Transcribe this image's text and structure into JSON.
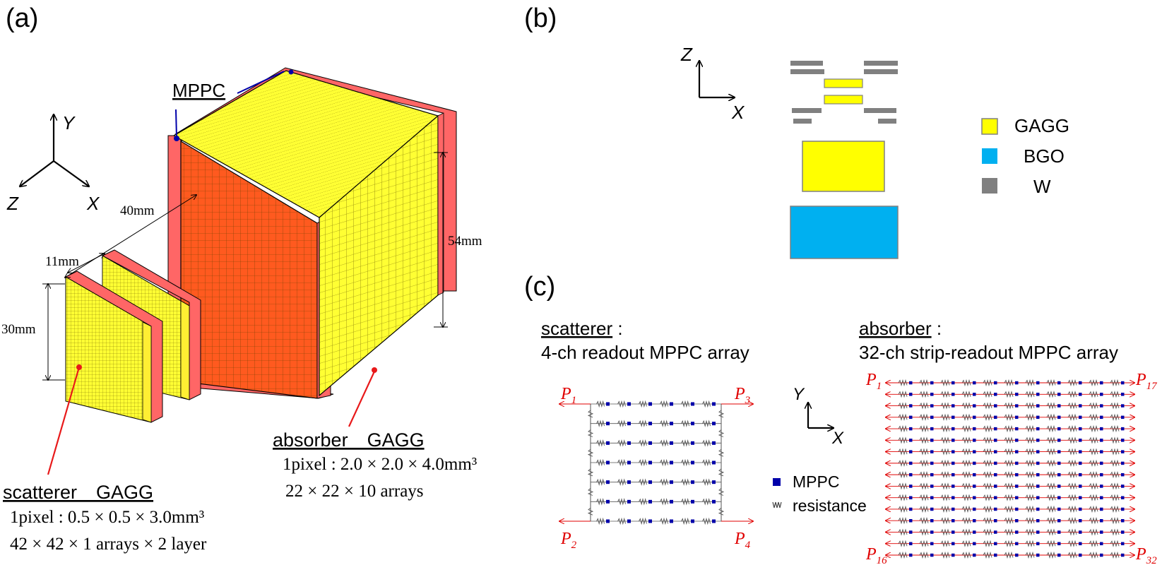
{
  "panels": {
    "a": {
      "label": "(a)",
      "axes": {
        "y": "Y",
        "z": "Z",
        "x": "X"
      },
      "mppc_label": "MPPC",
      "dims": {
        "d40": "40mm",
        "d54": "54mm",
        "d11": "11mm",
        "d30": "30mm"
      },
      "absorber": {
        "title": "absorber　GAGG",
        "pixel": "1pixel : 2.0 × 2.0 × 4.0mm³",
        "arrays": "22 × 22 × 10 arrays"
      },
      "scatterer": {
        "title": "scatterer　GAGG",
        "pixel": "1pixel : 0.5 × 0.5 × 3.0mm³",
        "arrays": "42 × 42 × 1 arrays × 2 layer"
      }
    },
    "b": {
      "label": "(b)",
      "axes": {
        "z": "Z",
        "x": "X"
      },
      "legend": [
        {
          "name": "GAGG",
          "color": "#ffff00"
        },
        {
          "name": "BGO",
          "color": "#00b0f0"
        },
        {
          "name": "W",
          "color": "#808080"
        }
      ]
    },
    "c": {
      "label": "(c)",
      "axes": {
        "y": "Y",
        "x": "X"
      },
      "scatterer": {
        "title": "scatterer",
        "colon": " :",
        "subtitle": "4-ch readout MPPC array",
        "ports": [
          "P",
          "1",
          "P",
          "3",
          "P",
          "2",
          "P",
          "4"
        ]
      },
      "absorber": {
        "title": "absorber",
        "colon": " :",
        "subtitle": "32-ch strip-readout MPPC array",
        "ports": [
          "P",
          "1",
          "P",
          "17",
          "P",
          "16",
          "P",
          "32"
        ]
      },
      "legend": {
        "mppc": "MPPC",
        "resistance": "resistance"
      }
    }
  },
  "colors": {
    "gagg": "#ffff33",
    "absorber_front": "#ff5a1f",
    "absorber_side": "#ff6666",
    "mppc_line": "#0000aa",
    "leader_red": "#e8191a",
    "port_red": "#e00000",
    "bgo": "#00b0f0",
    "w": "#808080"
  }
}
